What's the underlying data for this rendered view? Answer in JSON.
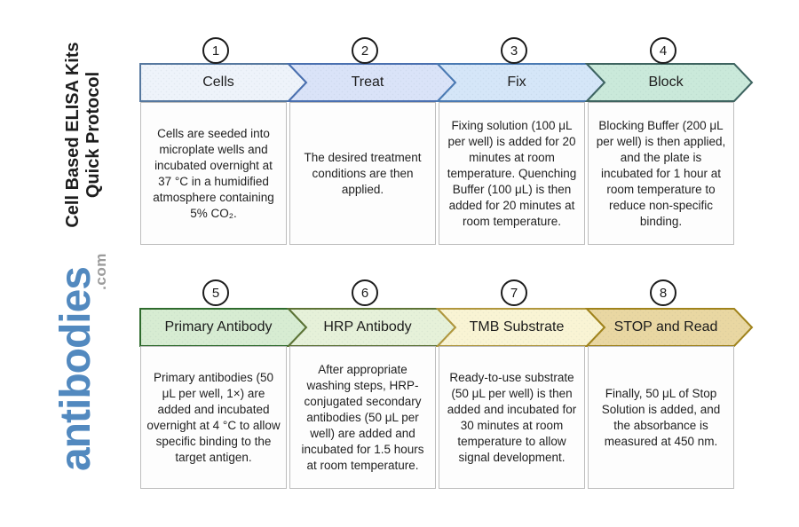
{
  "page": {
    "background": "#ffffff",
    "box_border_color": "#bdbdbd",
    "circle_border_color": "#1c1c1c",
    "text_color": "#1f1f1f"
  },
  "sidebar": {
    "title_line1": "Cell Based ELISA Kits",
    "title_line2": "Quick Protocol",
    "logo_text": "antibodies",
    "logo_suffix": ".com",
    "logo_color": "#5289bf",
    "logo_suffix_color": "#9b9b9b"
  },
  "steps": [
    {
      "number": "1",
      "title": "Cells",
      "fill": "#eef3fa",
      "border": "#56789f",
      "description": "Cells are seeded into microplate wells and incubated overnight at 37 °C in a humidified atmosphere containing 5% CO₂."
    },
    {
      "number": "2",
      "title": "Treat",
      "fill": "#dae3f8",
      "border": "#4a70b0",
      "description": "The desired treatment conditions are then applied."
    },
    {
      "number": "3",
      "title": "Fix",
      "fill": "#d5e6f8",
      "border": "#4a7ab3",
      "description": "Fixing solution (100 μL per well) is added for 20 minutes at room temperature. Quenching Buffer (100 μL) is then added for 20 minutes at room temperature."
    },
    {
      "number": "4",
      "title": "Block",
      "fill": "#cae9da",
      "border": "#3e6460",
      "description": "Blocking Buffer (200 μL per well) is then applied, and the plate is incubated for 1 hour at room temperature to reduce non-specific binding."
    },
    {
      "number": "5",
      "title": "Primary Antibody",
      "fill": "#d7ecd2",
      "border": "#2f6b2d",
      "description": "Primary antibodies (50 μL per well, 1×) are added and incubated overnight at 4 °C to allow specific binding to the target antigen."
    },
    {
      "number": "6",
      "title": "HRP Antibody",
      "fill": "#e6f1d9",
      "border": "#5d7336",
      "description": "After appropriate washing steps, HRP-conjugated secondary antibodies (50 μL per well) are added and incubated for 1.5 hours at room temperature."
    },
    {
      "number": "7",
      "title": "TMB Substrate",
      "fill": "#f9f4d4",
      "border": "#b1973d",
      "description": "Ready-to-use substrate (50 μL per well) is then added and incubated for 30 minutes at room temperature to allow signal development."
    },
    {
      "number": "8",
      "title": "STOP and Read",
      "fill": "#e9d7a2",
      "border": "#a0831c",
      "description": "Finally, 50 μL of Stop Solution is added, and the absorbance is measured at 450 nm."
    }
  ]
}
